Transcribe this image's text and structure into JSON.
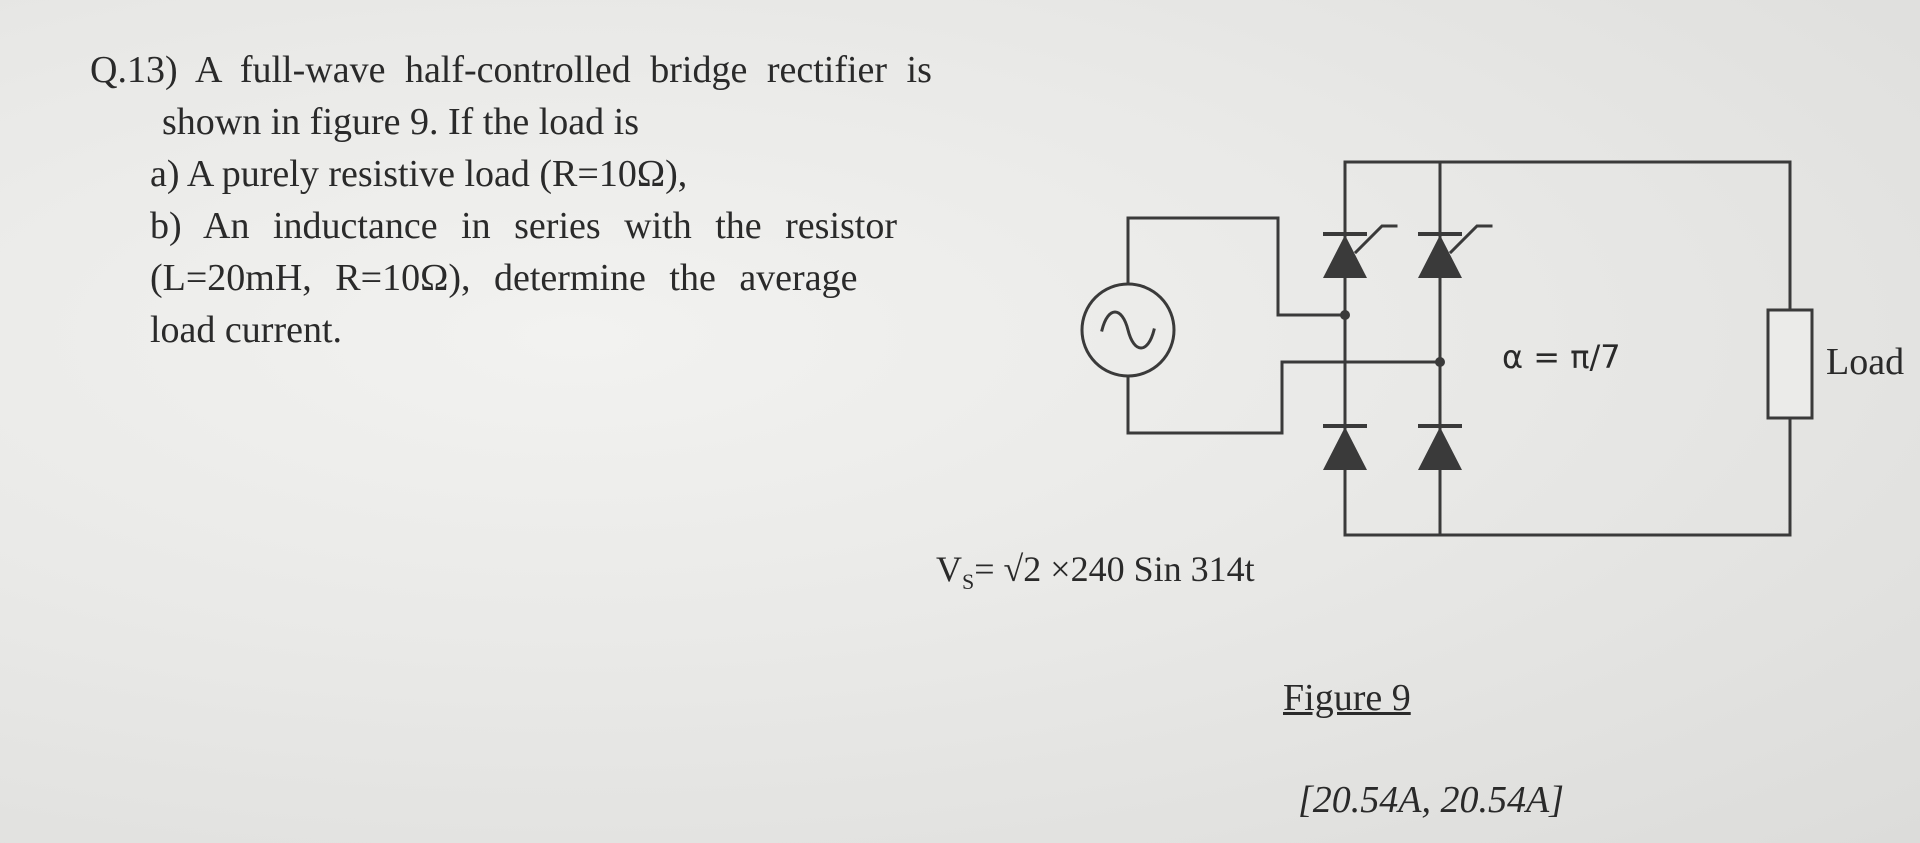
{
  "question": {
    "line1": "Q.13)  A  full-wave  half-controlled  bridge  rectifier  is",
    "line2": "shown in figure 9. If the load is",
    "line3": "a) A purely resistive load (R=10Ω),",
    "line4": "b) An inductance in series with the resistor",
    "line5": "(L=20mH, R=10Ω), determine the average",
    "line6": "load current."
  },
  "figure": {
    "source_prefix": "V",
    "source_subscript": "S",
    "source_expr": "= √2 ×240 Sin 314t",
    "alpha_label": "α = π/7",
    "load_label": "Load",
    "caption": "Figure 9",
    "answer": "[20.54A, 20.54A]"
  }
}
